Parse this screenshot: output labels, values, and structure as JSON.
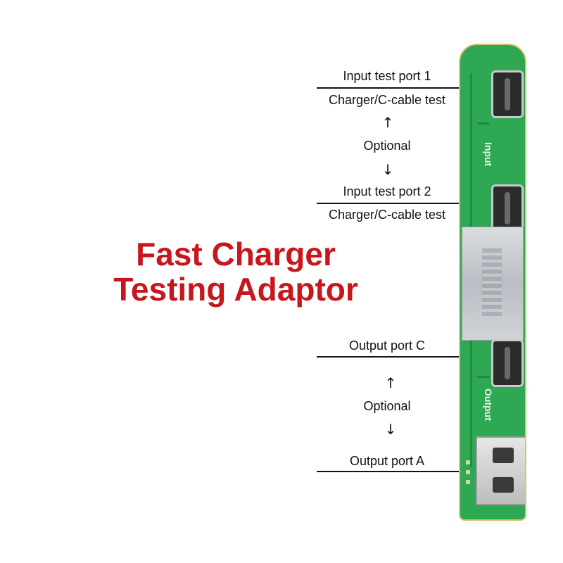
{
  "title": {
    "line1": "Fast Charger",
    "line2": "Testing Adaptor"
  },
  "labels": {
    "input_port_1": "Input test port 1",
    "charger_test_1": "Charger/C-cable test",
    "optional_top": "Optional",
    "input_port_2": "Input test port 2",
    "charger_test_2": "Charger/C-cable test",
    "output_port_c": "Output port C",
    "optional_bottom": "Optional",
    "output_port_a": "Output port A"
  },
  "board_silkscreen": {
    "input": "Input",
    "output": "Output"
  },
  "arrows": {
    "up": "↑",
    "down": "↓"
  },
  "colors": {
    "title": "#c8161d",
    "board": "#2ea853",
    "border": "#d8c76a"
  }
}
